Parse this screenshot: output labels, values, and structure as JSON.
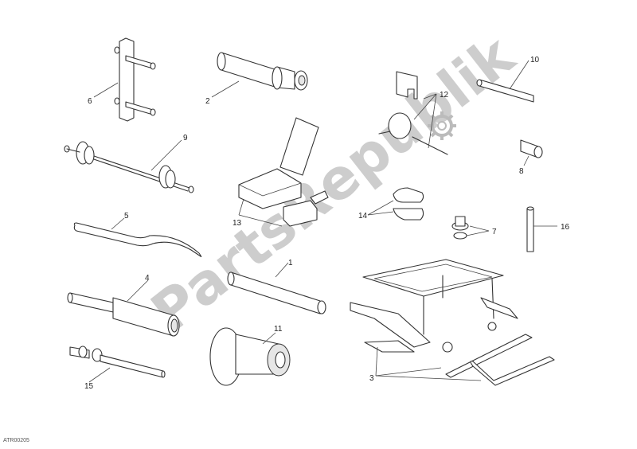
{
  "diagram": {
    "type": "exploded-parts-diagram",
    "subject": "Workshop service tools",
    "watermark": "PartsRepublik",
    "drawing_code": "ATR00205",
    "callouts": [
      {
        "id": "1",
        "label": "1"
      },
      {
        "id": "2",
        "label": "2"
      },
      {
        "id": "3",
        "label": "3"
      },
      {
        "id": "4",
        "label": "4"
      },
      {
        "id": "5",
        "label": "5"
      },
      {
        "id": "6",
        "label": "6"
      },
      {
        "id": "7",
        "label": "7"
      },
      {
        "id": "8",
        "label": "8"
      },
      {
        "id": "9",
        "label": "9"
      },
      {
        "id": "10",
        "label": "10"
      },
      {
        "id": "11",
        "label": "11"
      },
      {
        "id": "12",
        "label": "12"
      },
      {
        "id": "13",
        "label": "13"
      },
      {
        "id": "14",
        "label": "14"
      },
      {
        "id": "15",
        "label": "15"
      },
      {
        "id": "16",
        "label": "16"
      }
    ]
  }
}
